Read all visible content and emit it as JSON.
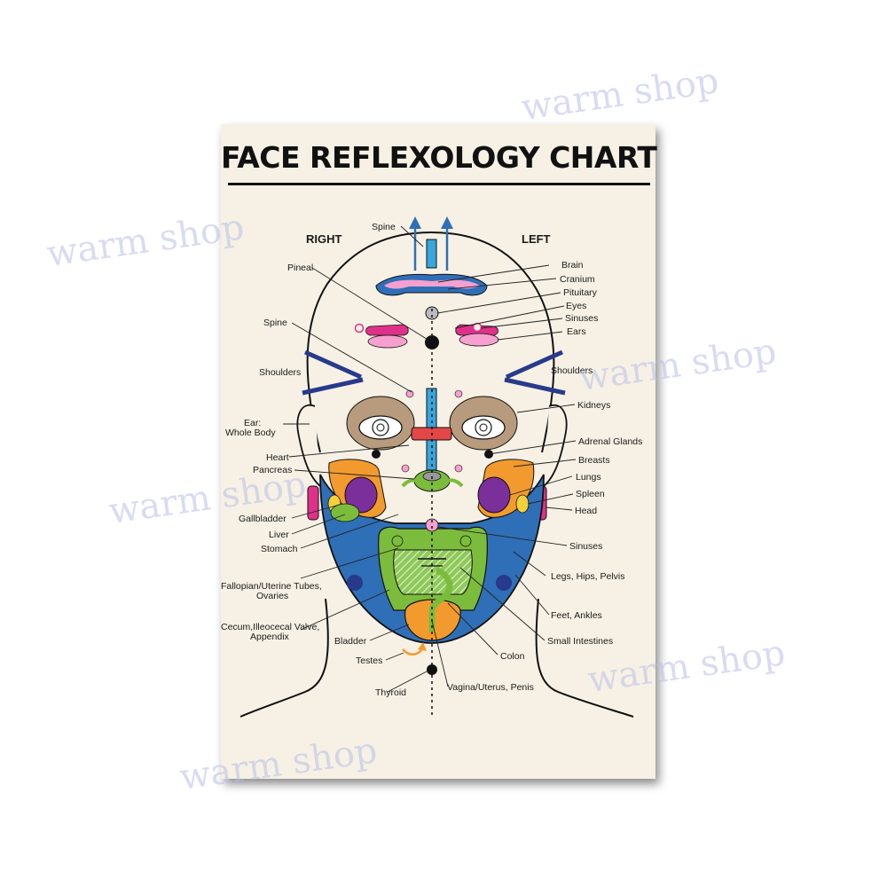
{
  "title": "FACE REFLEXOLOGY CHART",
  "side_labels": {
    "right": "RIGHT",
    "left": "LEFT"
  },
  "labels": {
    "spine_top": "Spine",
    "pineal": "Pineal",
    "spine": "Spine",
    "shoulders_right": "Shoulders",
    "ear_line1": "Ear:",
    "ear_line2": "Whole Body",
    "heart": "Heart",
    "pancreas": "Pancreas",
    "gallbladder": "Gallbladder",
    "liver": "Liver",
    "stomach": "Stomach",
    "fallopian_line1": "Fallopian/Uterine Tubes,",
    "fallopian_line2": "Ovaries",
    "cecum_line1": "Cecum,Illeocecal Valve,",
    "cecum_line2": "Appendix",
    "bladder": "Bladder",
    "testes": "Testes",
    "thyroid": "Thyroid",
    "brain": "Brain",
    "cranium": "Cranium",
    "pituitary": "Pituitary",
    "eyes": "Eyes",
    "sinuses_top": "Sinuses",
    "ears": "Ears",
    "shoulders_left": "Shoulders",
    "kidneys": "Kidneys",
    "adrenal": "Adrenal Glands",
    "breasts": "Breasts",
    "lungs": "Lungs",
    "spleen": "Spleen",
    "head": "Head",
    "sinuses_lower": "Sinuses",
    "legs": "Legs, Hips, Pelvis",
    "feet": "Feet, Ankles",
    "small_intestines": "Small Intestines",
    "colon": "Colon",
    "vagina": "Vagina/Uterus, Penis"
  },
  "watermark": "warm shop",
  "colors": {
    "blue": "#2f6fb7",
    "orange": "#f39a2e",
    "green": "#7cbc3c",
    "pink": "#f5a0cf",
    "magenta": "#e0318a",
    "purple": "#7a2f9a",
    "tan": "#b79b7c",
    "navy": "#283a8c",
    "cyan": "#36a6de",
    "red": "#e34646",
    "yellow": "#f4d13a"
  }
}
